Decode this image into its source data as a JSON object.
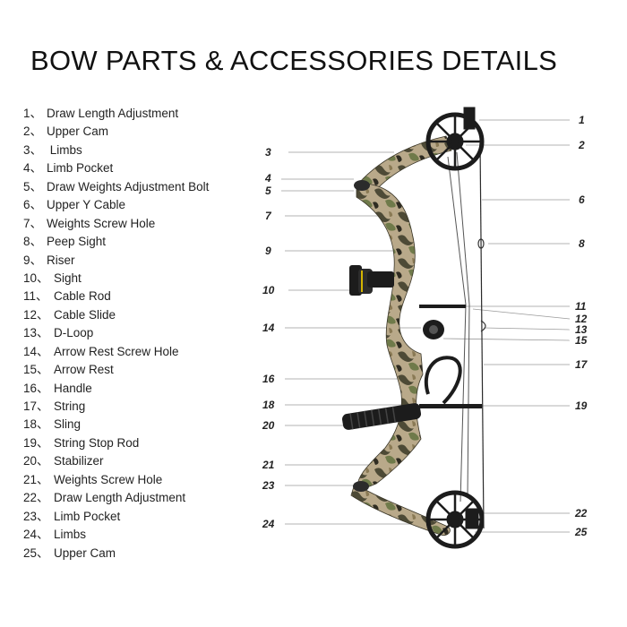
{
  "title": "BOW PARTS & ACCESSORIES DETAILS",
  "parts": [
    {
      "num": "1、",
      "label": "Draw Length Adjustment"
    },
    {
      "num": "2、",
      "label": "Upper Cam"
    },
    {
      "num": "3、",
      "label": " Limbs"
    },
    {
      "num": "4、",
      "label": "Limb Pocket"
    },
    {
      "num": "5、",
      "label": "Draw Weights Adjustment Bolt"
    },
    {
      "num": "6、",
      "label": "Upper Y Cable"
    },
    {
      "num": "7、",
      "label": "Weights Screw Hole"
    },
    {
      "num": "8、",
      "label": "Peep Sight"
    },
    {
      "num": "9、",
      "label": "Riser"
    },
    {
      "num": "10、",
      "label": "Sight"
    },
    {
      "num": "11、",
      "label": "Cable Rod"
    },
    {
      "num": "12、",
      "label": "Cable Slide"
    },
    {
      "num": "13、",
      "label": "D-Loop"
    },
    {
      "num": "14、",
      "label": "Arrow Rest Screw Hole"
    },
    {
      "num": "15、",
      "label": "Arrow Rest"
    },
    {
      "num": "16、",
      "label": "Handle"
    },
    {
      "num": "17、",
      "label": "String"
    },
    {
      "num": "18、",
      "label": "Sling"
    },
    {
      "num": "19、",
      "label": "String Stop Rod"
    },
    {
      "num": "20、",
      "label": "Stabilizer"
    },
    {
      "num": "21、",
      "label": "Weights Screw Hole"
    },
    {
      "num": "22、",
      "label": "Draw Length Adjustment"
    },
    {
      "num": "23、",
      "label": "Limb Pocket"
    },
    {
      "num": "24、",
      "label": "Limbs"
    },
    {
      "num": "25、",
      "label": "Upper Cam"
    }
  ],
  "callouts_left": [
    "3",
    "4",
    "5",
    "7",
    "9",
    "10",
    "14",
    "16",
    "18",
    "20",
    "21",
    "23",
    "24"
  ],
  "callouts_right": [
    "1",
    "2",
    "6",
    "8",
    "11",
    "12",
    "13",
    "15",
    "17",
    "19",
    "22",
    "25"
  ],
  "colors": {
    "text": "#111111",
    "leader_line": "#9a9a9a",
    "camo_base": "#b9a98a",
    "camo_dark": "#4d4a36",
    "camo_green": "#6f7a4a",
    "metal_black": "#1c1c1c"
  }
}
